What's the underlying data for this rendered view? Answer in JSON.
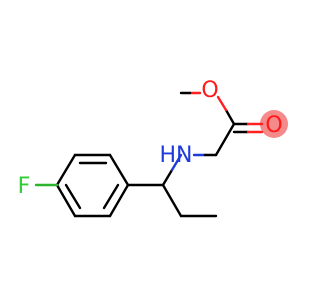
{
  "molecule": {
    "atoms": {
      "fluorine": {
        "label": "F",
        "color": "#33cc33"
      },
      "nitrogen": {
        "label": "HN",
        "color": "#1f3bdb"
      },
      "ester_oxygen": {
        "label": "O",
        "color": "#ff1a1a"
      },
      "carbonyl_oxygen": {
        "label": "O",
        "color": "#ff1a1a"
      }
    },
    "highlight_color": "#f48a8a",
    "bond_color": "#000000"
  }
}
